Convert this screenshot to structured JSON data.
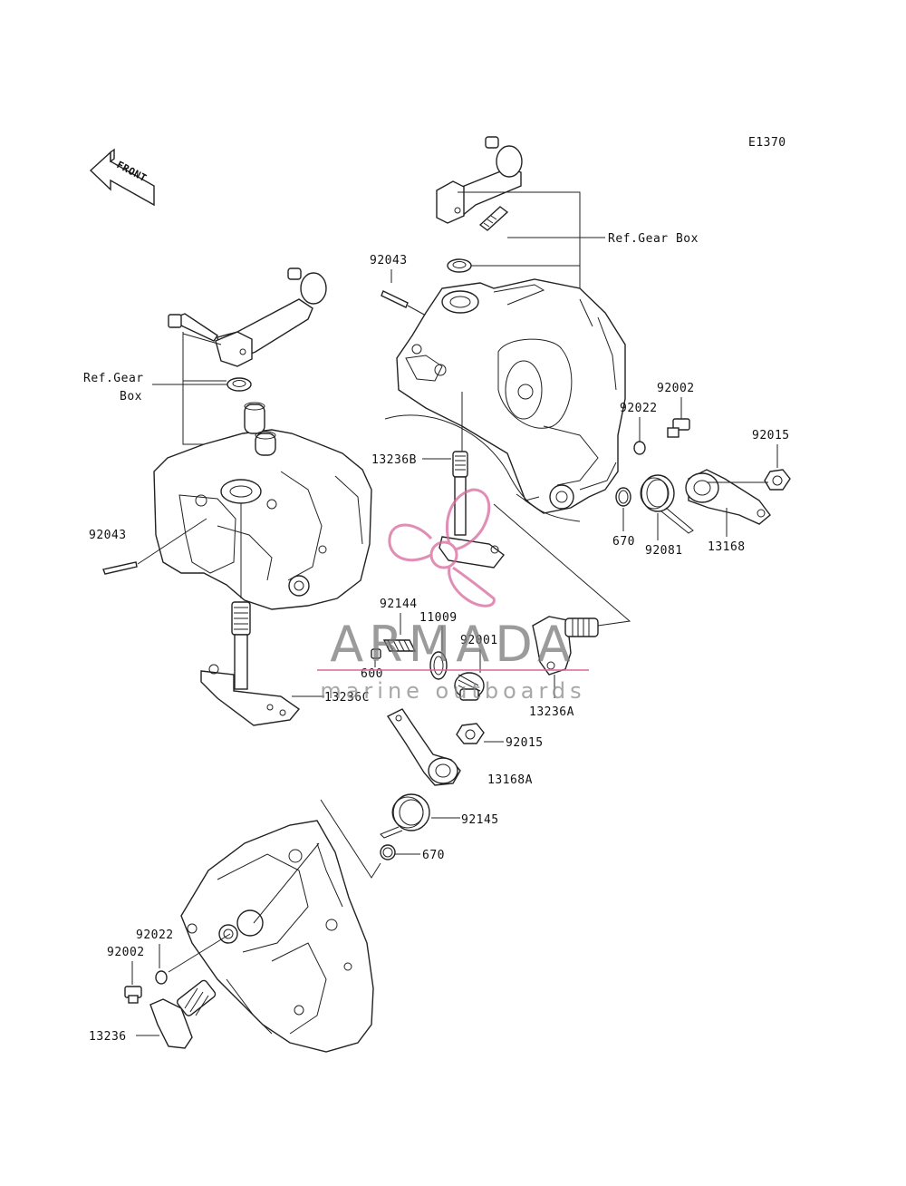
{
  "diagram_code": "E1370",
  "front_arrow": {
    "label": "FRONT"
  },
  "watermark": {
    "brand": "ARMADA",
    "tagline": "marine outboards",
    "logo_icon": "propeller-icon",
    "color": "#d7679b"
  },
  "labels": {
    "ref_gear_box_right": "Ref.Gear Box",
    "ref_gear_left_line1": "Ref.Gear",
    "ref_gear_left_line2": "Box",
    "p92043_top": "92043",
    "p92043_left": "92043",
    "p13236B": "13236B",
    "p92002_right": "92002",
    "p92022_right": "92022",
    "p92015_right": "92015",
    "p670_right": "670",
    "p92081": "92081",
    "p13168": "13168",
    "p92144": "92144",
    "p11009": "11009",
    "p92001": "92001",
    "p600": "600",
    "p13236C": "13236C",
    "p13236A": "13236A",
    "p92015_mid": "92015",
    "p13168A": "13168A",
    "p92145": "92145",
    "p670_mid": "670",
    "p92022_bottom": "92022",
    "p92002_bottom": "92002",
    "p13236": "13236"
  }
}
